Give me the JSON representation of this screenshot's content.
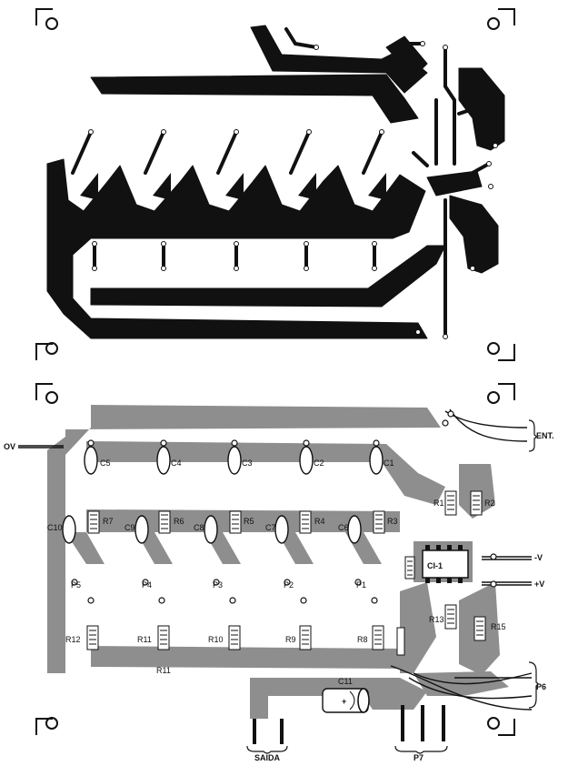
{
  "silkscreen": {
    "ov": "OV",
    "ent": "ENT.",
    "neg_v": "-V",
    "pos_v": "+V",
    "saida": "SAIDA",
    "p6": "P6",
    "p7": "P7",
    "ci1": "CI-1",
    "c1": "C1",
    "c2": "C2",
    "c3": "C3",
    "c4": "C4",
    "c5": "C5",
    "c6": "C6",
    "c7": "C7",
    "c8": "C8",
    "c9": "C9",
    "c10": "C10",
    "c11": "C11",
    "r1": "R1",
    "r2": "R2",
    "r3": "R3",
    "r4": "R4",
    "r5": "R5",
    "r6": "R6",
    "r7": "R7",
    "r8": "R8",
    "r9": "R9",
    "r10": "R10",
    "r11": "R11",
    "r12": "R12",
    "r13": "R13",
    "r15": "R15",
    "r11b": "R11",
    "p1": "P1",
    "p2": "P2",
    "p3": "P3",
    "p4": "P4",
    "p5": "P5",
    "plus": "+"
  }
}
